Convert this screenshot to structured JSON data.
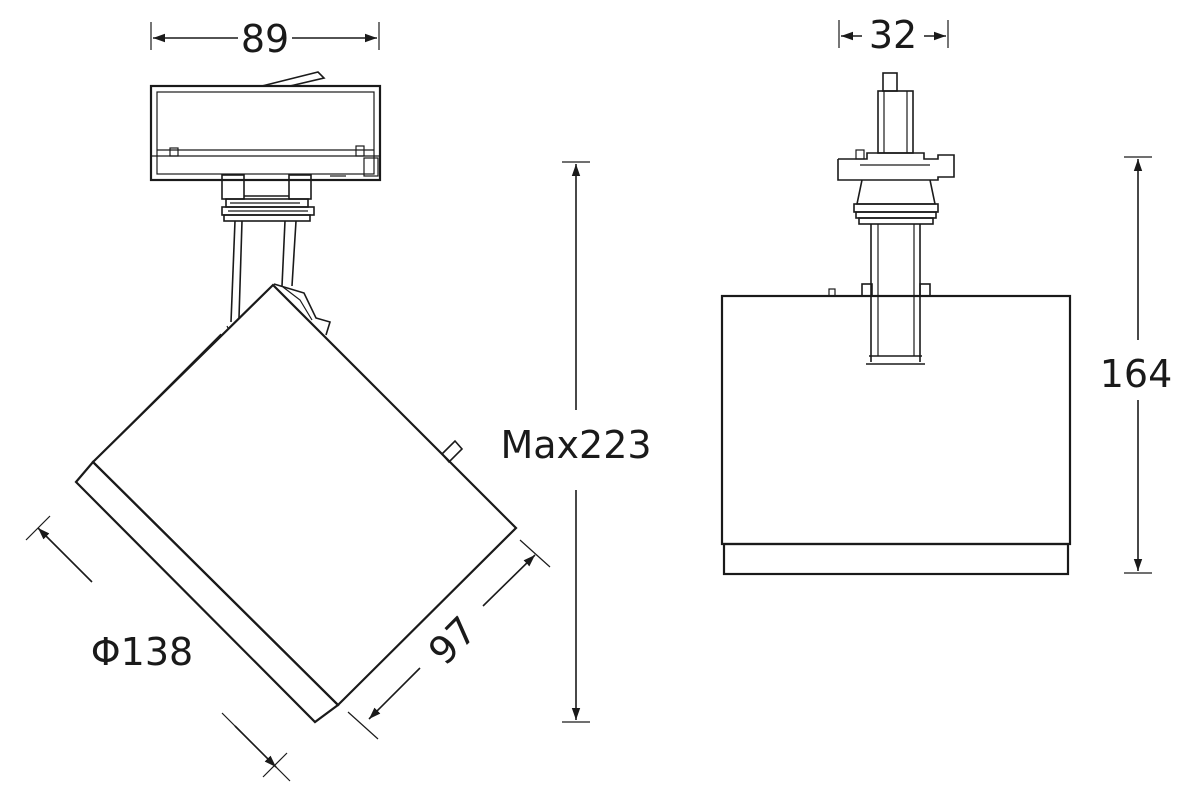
{
  "dimensions": {
    "width_89": "89",
    "width_32": "32",
    "height_164": "164",
    "max_height": "Max223",
    "diameter": "Φ138",
    "depth_97": "97"
  },
  "colors": {
    "line": "#1a1a1a",
    "background": "#ffffff"
  }
}
